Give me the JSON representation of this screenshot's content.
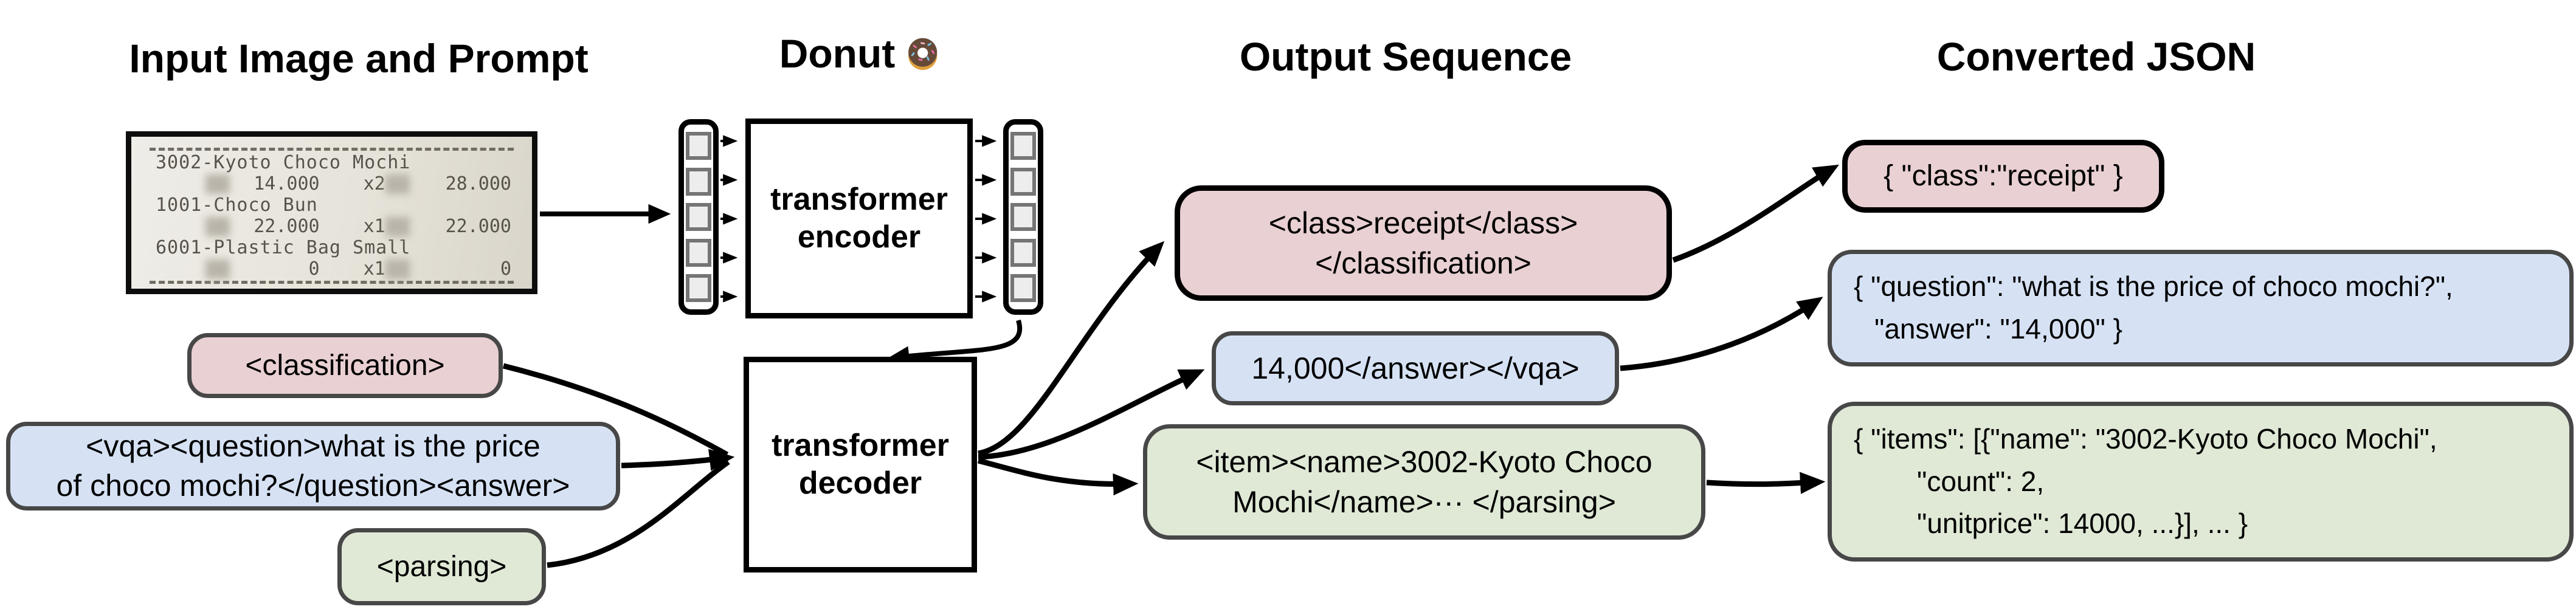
{
  "headers": {
    "input": "Input Image and Prompt",
    "model": "Donut",
    "output": "Output Sequence",
    "json": "Converted JSON"
  },
  "icons": {
    "model_emoji": "donut-icon"
  },
  "colors": {
    "classification_fill": "#e9d0d3",
    "vqa_fill": "#d6e2f4",
    "parsing_fill": "#dfe9d6",
    "box_border_dark": "#474747",
    "arrow": "#000000"
  },
  "model": {
    "encoder": [
      "transformer",
      "encoder"
    ],
    "decoder": [
      "transformer",
      "decoder"
    ]
  },
  "receipt": {
    "rows": [
      {
        "type": "divider"
      },
      {
        "type": "item",
        "text": "3002-Kyoto Choco Mochi"
      },
      {
        "type": "amounts",
        "unit": "14.000",
        "qty": "x2",
        "total": "28.000"
      },
      {
        "type": "item",
        "text": "1001-Choco Bun"
      },
      {
        "type": "amounts",
        "unit": "22.000",
        "qty": "x1",
        "total": "22.000"
      },
      {
        "type": "item",
        "text": "6001-Plastic Bag Small"
      },
      {
        "type": "amounts",
        "unit": "0",
        "qty": "x1",
        "total": "0"
      },
      {
        "type": "divider"
      }
    ]
  },
  "prompts": [
    {
      "name": "classification",
      "text": "<classification>"
    },
    {
      "name": "vqa",
      "line1": "<vqa><question>what is the price",
      "line2": "of choco mochi?</question><answer>"
    },
    {
      "name": "parsing",
      "text": "<parsing>"
    }
  ],
  "output_sequences": [
    {
      "name": "classification",
      "line1": "<class>receipt</class>",
      "line2": "</classification>"
    },
    {
      "name": "vqa",
      "line1": "14,000</answer></vqa>"
    },
    {
      "name": "parsing",
      "line1": "<item><name>3002-Kyoto Choco",
      "line2": "Mochi</name>··· </parsing>"
    }
  ],
  "converted_json": [
    {
      "name": "classification",
      "line1": "{ \"class\":\"receipt\" }"
    },
    {
      "name": "vqa",
      "line1": "{ \"question\": \"what is the price of choco mochi?\",",
      "line2": "\"answer\": \"14,000\" }"
    },
    {
      "name": "parsing",
      "line1": "{ \"items\": [{\"name\": \"3002-Kyoto Choco Mochi\",",
      "line2": "\"count\": 2,",
      "line3": "\"unitprice\": 14000, ...}], ... }"
    }
  ]
}
